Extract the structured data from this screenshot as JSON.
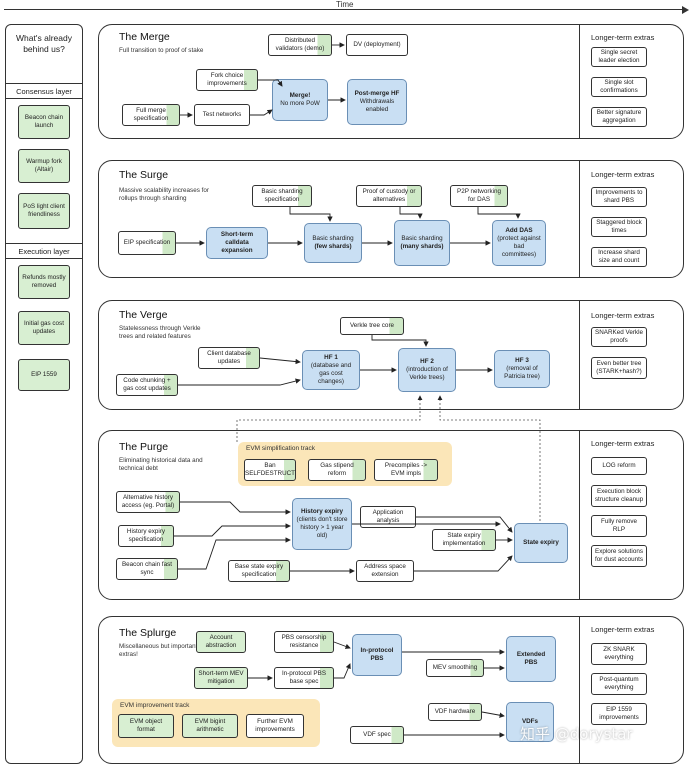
{
  "time_label": "Time",
  "left": {
    "title": "What's already behind us?",
    "consensus_title": "Consensus layer",
    "consensus_items": [
      "Beacon chain launch",
      "Warmup fork (Altair)",
      "PoS light client friendliness"
    ],
    "execution_title": "Execution layer",
    "execution_items": [
      "Refunds mostly removed",
      "Initial gas cost updates",
      "EIP 1559"
    ]
  },
  "extras_title": "Longer-term extras",
  "merge": {
    "title": "The Merge",
    "subtitle": "Full transition to proof of stake",
    "distributed_validators": "Distributed validators (demo)",
    "dv_deployment": "DV (deployment)",
    "fork_choice": "Fork choice improvements",
    "merge_node_title": "Merge!",
    "merge_node_sub": "No more PoW",
    "post_merge_title": "Post-merge HF",
    "post_merge_sub": "Withdrawals enabled",
    "full_merge_spec": "Full merge specification",
    "test_networks": "Test networks",
    "extras": [
      "Single secret leader election",
      "Single slot confirmations",
      "Better signature aggregation"
    ]
  },
  "surge": {
    "title": "The Surge",
    "subtitle": "Massive scalability increases for rollups through sharding",
    "basic_sharding_spec": "Basic sharding specification",
    "proof_of_custody": "Proof of custody or alternatives",
    "p2p_networking": "P2P networking for DAS",
    "eip_spec": "EIP specification",
    "short_term_calldata": "Short-term calldata expansion",
    "basic_sharding_few_a": "Basic sharding",
    "basic_sharding_few_b": "(few shards)",
    "basic_sharding_many_a": "Basic sharding",
    "basic_sharding_many_b": "(many shards)",
    "add_das_a": "Add DAS",
    "add_das_b": "(protect against bad committees)",
    "extras": [
      "Improvements to shard PBS",
      "Staggered block times",
      "Increase shard size and count"
    ]
  },
  "verge": {
    "title": "The Verge",
    "subtitle": "Statelessness through Verkle trees and related features",
    "verkle_tree_core": "Verkle tree core",
    "client_db_updates": "Client database updates",
    "code_chunking": "Code chunking + gas cost updates",
    "hf1_title": "HF 1",
    "hf1_sub": "(database and gas cost changes)",
    "hf2_title": "HF 2",
    "hf2_sub": "(introduction of Verkle trees)",
    "hf3_title": "HF 3",
    "hf3_sub": "(removal of Patricia tree)",
    "extras": [
      "SNARKed Verkle proofs",
      "Even better tree (STARK+hash?)"
    ]
  },
  "purge": {
    "title": "The Purge",
    "subtitle": "Eliminating historical data and technical debt",
    "evm_track_title": "EVM simplification track",
    "ban_selfdestruct": "Ban SELFDESTRUCT",
    "gas_stipend": "Gas stipend reform",
    "precompiles": "Precompiles -> EVM impls",
    "alt_history": "Alternative history access (eg. Portal)",
    "history_expiry_spec": "History expiry specification",
    "beacon_fast_sync": "Beacon chain fast sync",
    "history_expiry_title": "History expiry",
    "history_expiry_sub": "(clients don't store history > 1 year old)",
    "application_analysis": "Application analysis",
    "state_expiry_impl": "State expiry implementation",
    "base_state_expiry_spec": "Base state expiry specification",
    "address_space_ext": "Address space extension",
    "state_expiry": "State expiry",
    "extras": [
      "LOG reform",
      "Execution block structure cleanup",
      "Fully remove RLP",
      "Explore solutions for dust accounts"
    ]
  },
  "splurge": {
    "title": "The Splurge",
    "subtitle": "Miscellaneous but important extras!",
    "account_abstraction": "Account abstraction",
    "pbs_censorship": "PBS censorship resistance",
    "in_protocol_pbs": "In-protocol PBS",
    "extended_pbs": "Extended PBS",
    "short_term_mev": "Short-term MEV mitigation",
    "in_protocol_pbs_base": "In-protocol PBS base spec",
    "mev_smoothing": "MEV smoothing",
    "evm_track_title": "EVM improvement track",
    "evm_object_format": "EVM object format",
    "evm_bigint": "EVM bigint arithmetic",
    "further_evm": "Further EVM improvements",
    "vdf_hardware": "VDF hardware",
    "vdf_spec": "VDF spec",
    "vdfs": "VDFs",
    "extras": [
      "ZK SNARK everything",
      "Post-quantum everything",
      "EIP 1559 improvements"
    ]
  },
  "watermark": "知乎 @dorystar"
}
